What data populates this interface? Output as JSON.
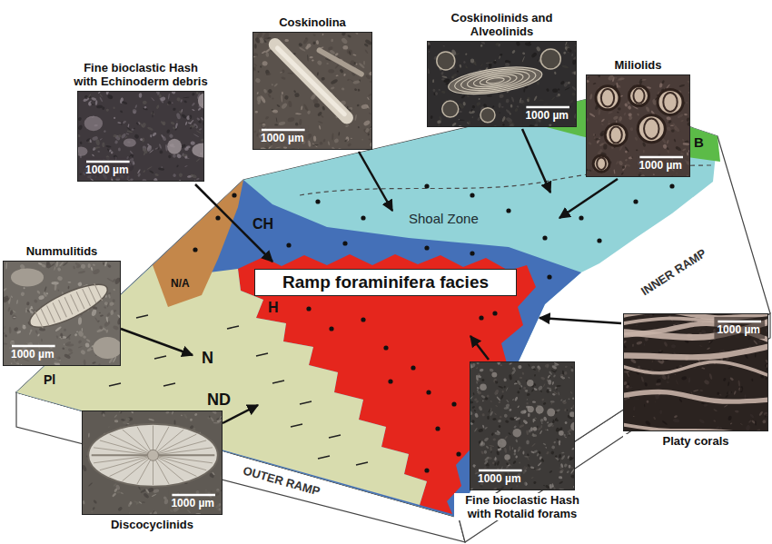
{
  "diagram": {
    "nodes": [
      {
        "text": [
          "Fine bioclastic Hash with Echinoderm debris",
          "1000 µm"
        ]
      },
      {
        "text": [
          "Coskinolina",
          "1000 µm"
        ]
      },
      {
        "text": [
          "Coskinolinids and Alveolinids",
          "1000 µm"
        ]
      },
      {
        "text": [
          "Miliolids",
          "1000 µm"
        ]
      },
      {
        "text": [
          "Ramp foraminifera facies"
        ]
      },
      {
        "text": [
          "Nummulitids",
          "1000 µm"
        ]
      },
      {
        "text": [
          "Platy corals",
          "1000 µm"
        ]
      },
      {
        "text": [
          "Fine bioclastic Hash with Rotalid forams",
          "1000 µm"
        ]
      },
      {
        "text": [
          "Discocyclinids",
          "1000 µm"
        ]
      }
    ],
    "labels": [
      "CH",
      "N/A",
      "H",
      "N",
      "ND",
      "Pl",
      "B",
      "Shoal Zone",
      "INNER RAMP",
      "OUTER RAMP"
    ]
  }
}
